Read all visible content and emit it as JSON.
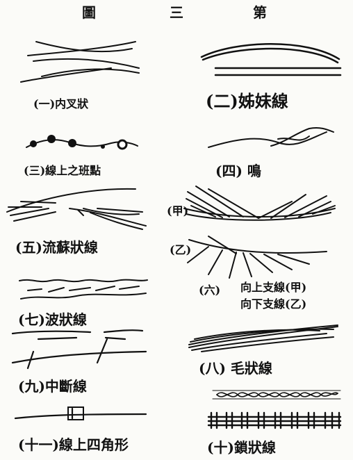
{
  "title": {
    "chars": [
      "圖",
      "三",
      "第"
    ]
  },
  "figures": [
    {
      "id": "fig-1",
      "label": "(一)内叉狀"
    },
    {
      "id": "fig-2",
      "label": "(二)姊妹線"
    },
    {
      "id": "fig-3",
      "label": "(三)線上之班點"
    },
    {
      "id": "fig-4",
      "label": "(四) 鳴"
    },
    {
      "id": "fig-5",
      "label": "(五)流蘇狀線"
    },
    {
      "id": "fig-6a",
      "label": "(甲)"
    },
    {
      "id": "fig-6b",
      "label": "(乙)"
    },
    {
      "id": "fig-6",
      "label": "(六)",
      "lines": [
        "向上支線(甲)",
        "向下支線(乙)"
      ]
    },
    {
      "id": "fig-7",
      "label": "(七)波狀線"
    },
    {
      "id": "fig-8",
      "label": "(八) 毛狀線"
    },
    {
      "id": "fig-9",
      "label": "(九)中斷線"
    },
    {
      "id": "fig-10",
      "label": "(十)鎖狀線"
    },
    {
      "id": "fig-11",
      "label": "(十一)線上四角形"
    }
  ]
}
